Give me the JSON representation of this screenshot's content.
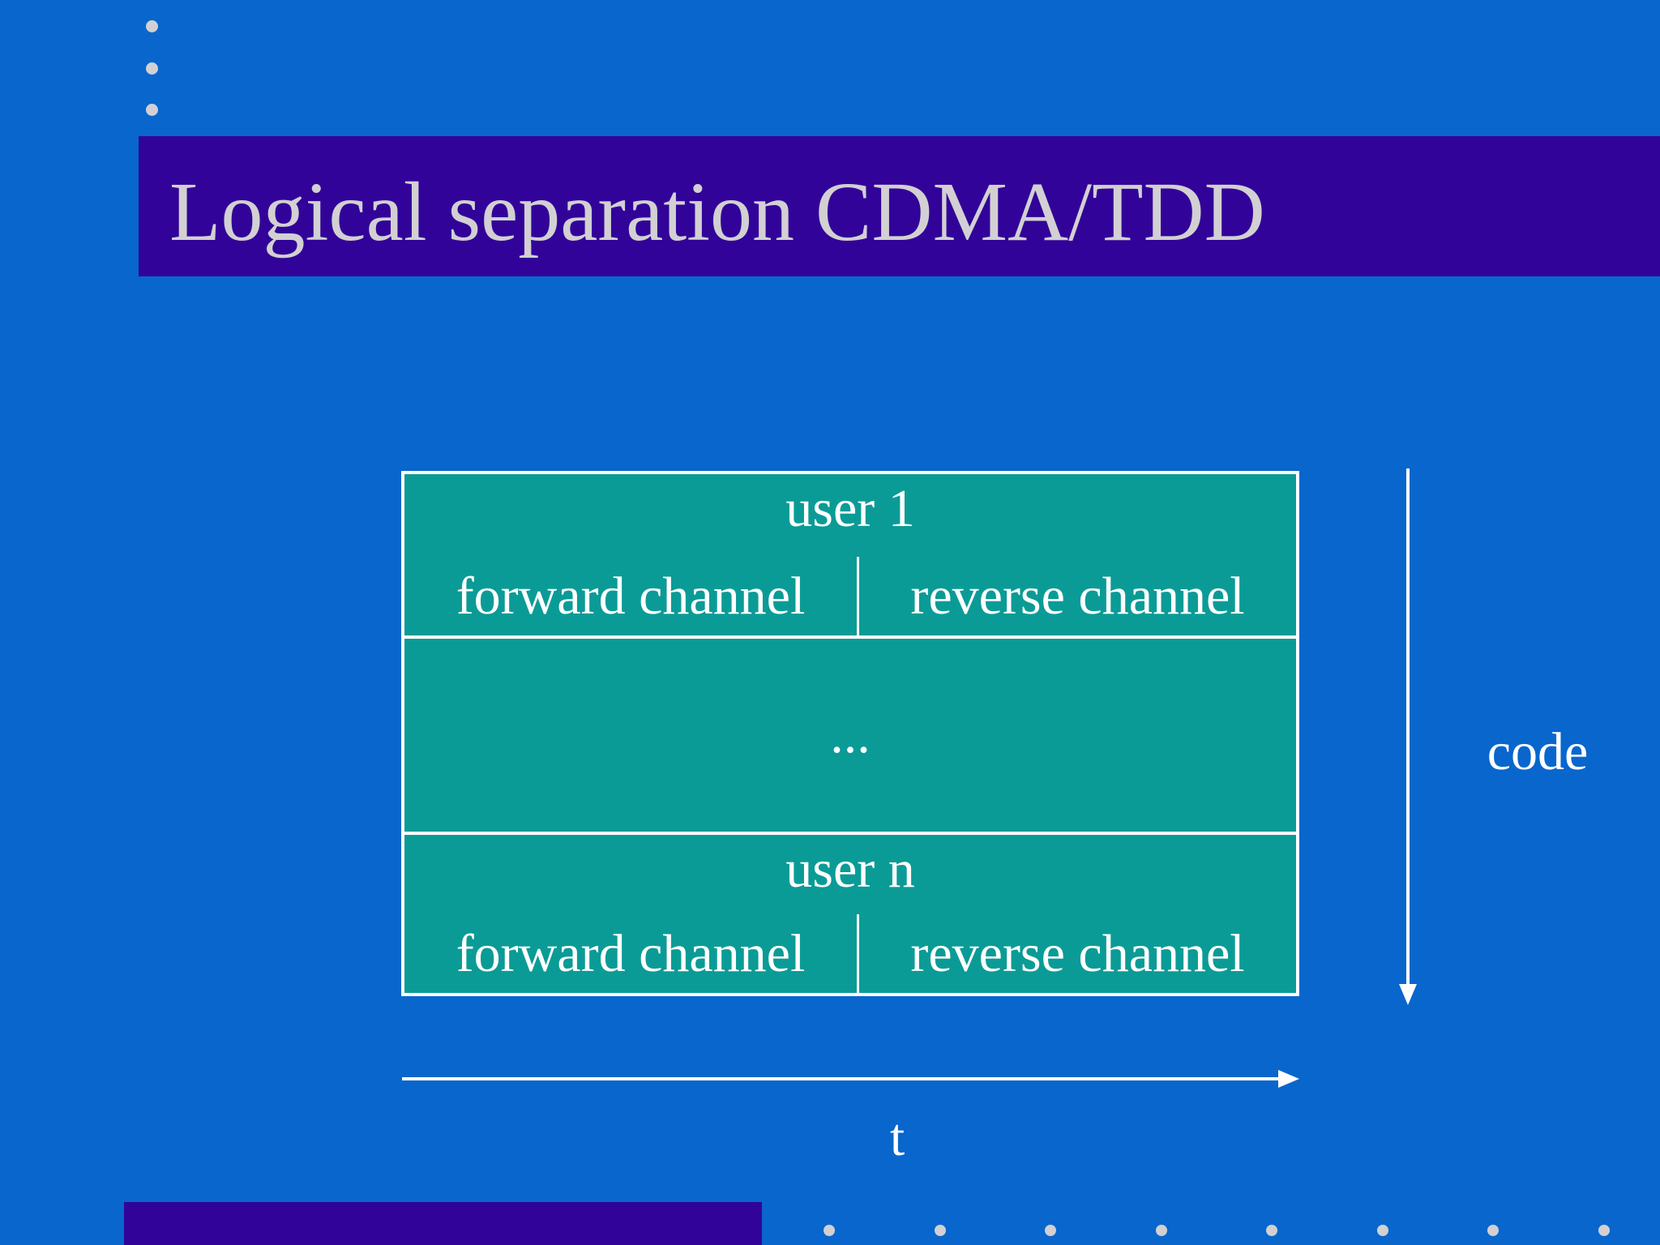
{
  "slide_title": "Logical separation CDMA/TDD",
  "diagram": {
    "users": [
      {
        "name": "user 1",
        "forward_label": "forward channel",
        "reverse_label": "reverse channel"
      },
      {
        "name": "user n",
        "forward_label": "forward channel",
        "reverse_label": "reverse channel"
      }
    ],
    "ellipsis": "...",
    "axes": {
      "vertical_label": "code",
      "horizontal_label": "t"
    }
  },
  "colors": {
    "background": "#0866CD",
    "accent_bar": "#320399",
    "table_fill": "#0B9B96",
    "title_text": "#D2D0D2",
    "dot_color": "#D2D0D2",
    "diagram_text": "#FFFFFF"
  }
}
